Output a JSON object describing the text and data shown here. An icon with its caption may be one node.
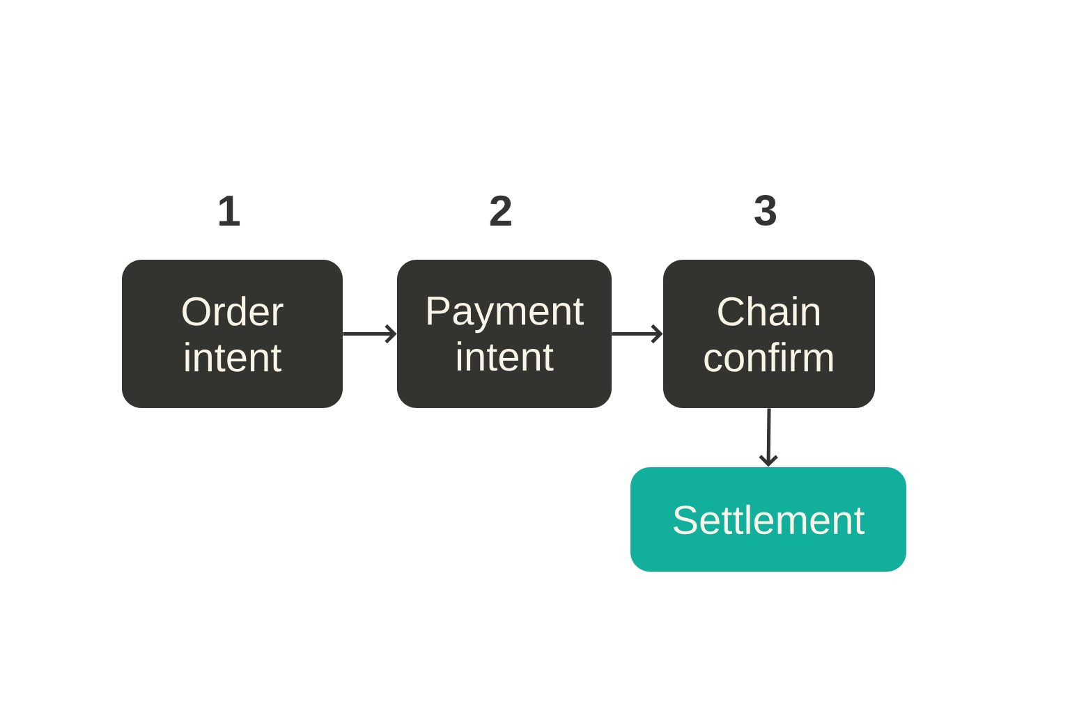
{
  "diagram": {
    "nodes": [
      {
        "text": [
          "Order intent"
        ],
        "beside": [
          "1"
        ]
      },
      {
        "text": [
          "Payment intent"
        ],
        "beside": [
          "2"
        ]
      },
      {
        "text": [
          "Chain confirm"
        ],
        "beside": [
          "3"
        ]
      },
      {
        "text": [
          "Settlement"
        ]
      }
    ],
    "edges": [
      {
        "from": 0,
        "to": 1,
        "arrow": "to"
      },
      {
        "from": 1,
        "to": 2,
        "arrow": "to"
      },
      {
        "from": 2,
        "to": 3,
        "arrow": "to"
      }
    ]
  }
}
